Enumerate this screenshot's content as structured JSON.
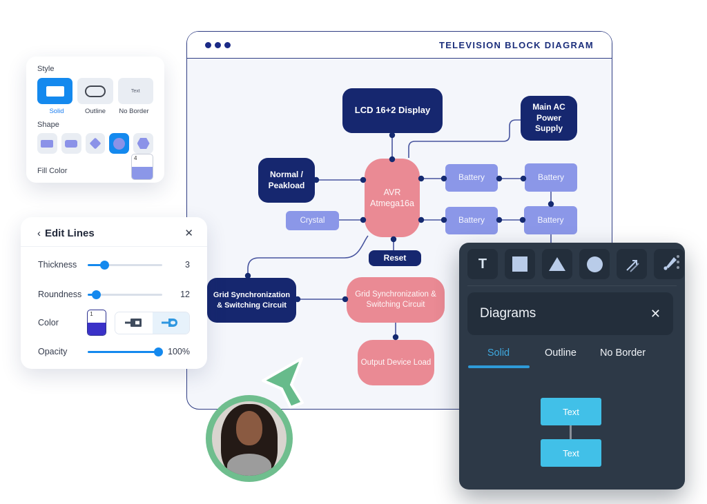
{
  "window": {
    "title": "TELEVISION BLOCK DIAGRAM"
  },
  "style_panel": {
    "title": "Style",
    "styles": [
      {
        "label": "Solid"
      },
      {
        "label": "Outline"
      },
      {
        "label": "No Border"
      }
    ],
    "no_border_preview": "Text",
    "shape_label": "Shape",
    "fill_color_label": "Fill Color",
    "fill_swatch_number": "4"
  },
  "edit_lines": {
    "title": "Edit Lines",
    "thickness_label": "Thickness",
    "thickness_value": "3",
    "roundness_label": "Roundness",
    "roundness_value": "12",
    "color_label": "Color",
    "color_swatch_number": "1",
    "opacity_label": "Opacity",
    "opacity_value": "100%"
  },
  "diagram": {
    "nodes": {
      "lcd": {
        "label": "LCD 16+2 Display"
      },
      "main_ac": {
        "label": "Main AC Power Supply"
      },
      "normal_peakload": {
        "label": "Normal / Peakload"
      },
      "avr": {
        "label": "AVR Atmega16a"
      },
      "crystal": {
        "label": "Crystal"
      },
      "battery_1": {
        "label": "Battery"
      },
      "battery_2": {
        "label": "Battery"
      },
      "battery_3": {
        "label": "Battery"
      },
      "battery_4": {
        "label": "Battery"
      },
      "reset": {
        "label": "Reset"
      },
      "grid_sync_left": {
        "label": "Grid Synchronization & Switching Circuit"
      },
      "grid_sync_right": {
        "label": "Grid Synchronization & Switching Circuit"
      },
      "output_load": {
        "label": "Output Device Load"
      }
    }
  },
  "shapes_panel": {
    "title": "Diagrams",
    "tabs": [
      {
        "label": "Solid"
      },
      {
        "label": "Outline"
      },
      {
        "label": "No Border"
      }
    ],
    "active_tab": "Solid",
    "preview_top": "Text",
    "preview_bottom": "Text"
  },
  "colors": {
    "navy": "#16276f",
    "pink": "#ea8a94",
    "periwinkle": "#8b97e8",
    "accent_blue": "#1489ee",
    "cyan": "#41c0e8",
    "green": "#6fbe8e",
    "panel_dark": "#2d3947",
    "tab_active": "#3fa9e0",
    "connector": "#47549e"
  }
}
